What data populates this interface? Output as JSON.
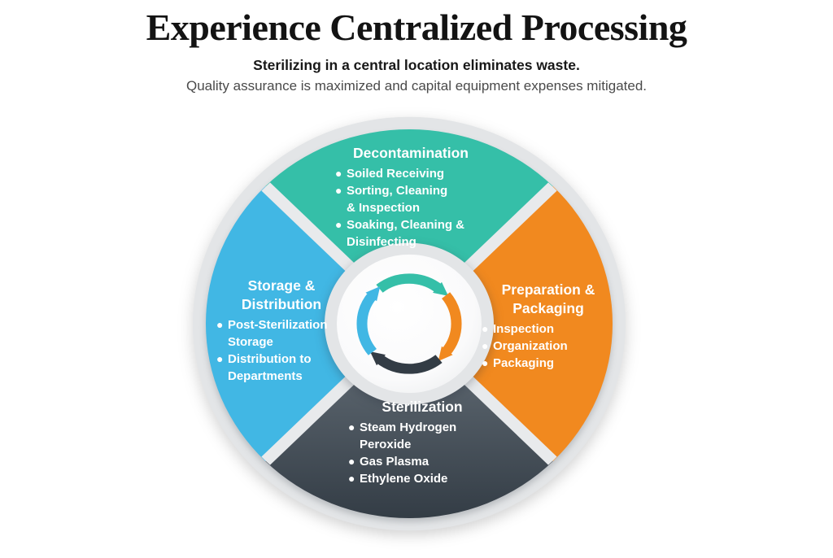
{
  "header": {
    "title": "Experience Centralized Processing",
    "subtitle": "Sterilizing in a central location eliminates waste.",
    "tagline": "Quality assurance is maximized and capital equipment expenses mitigated."
  },
  "colors": {
    "teal": "#35BFA8",
    "blue": "#41B7E4",
    "orange": "#F1891F",
    "slate_top": "#5C666F",
    "slate_bottom": "#333C45",
    "ring_gray": "#E3E5E7",
    "gap_gray": "#E8EAEC",
    "center_white": "#FFFFFF",
    "center_edge": "#ECEEEF",
    "text_on_color": "#FFFFFF"
  },
  "diagram": {
    "type": "cycle-wheel",
    "center_icon": "circular-cycle-arrows",
    "flow_direction": "clockwise",
    "sections": [
      {
        "id": "decontamination",
        "position": "top",
        "color": "#35BFA8",
        "title_lines": [
          "Decontamination"
        ],
        "bullets": [
          [
            "Soiled Receiving"
          ],
          [
            "Sorting, Cleaning",
            "& Inspection"
          ],
          [
            "Soaking, Cleaning &",
            "Disinfecting"
          ]
        ]
      },
      {
        "id": "preparation",
        "position": "right",
        "color": "#F1891F",
        "title_lines": [
          "Preparation &",
          "Packaging"
        ],
        "bullets": [
          [
            "Inspection"
          ],
          [
            "Organization"
          ],
          [
            "Packaging"
          ]
        ]
      },
      {
        "id": "sterilization",
        "position": "bottom",
        "color": "#44505A",
        "title_lines": [
          "Sterilization"
        ],
        "bullets": [
          [
            "Steam Hydrogen",
            "Peroxide"
          ],
          [
            "Gas Plasma"
          ],
          [
            "Ethylene Oxide"
          ]
        ]
      },
      {
        "id": "storage",
        "position": "left",
        "color": "#41B7E4",
        "title_lines": [
          "Storage &",
          "Distribution"
        ],
        "bullets": [
          [
            "Post-Sterilization",
            "Storage"
          ],
          [
            "Distribution to",
            "Departments"
          ]
        ]
      }
    ]
  }
}
